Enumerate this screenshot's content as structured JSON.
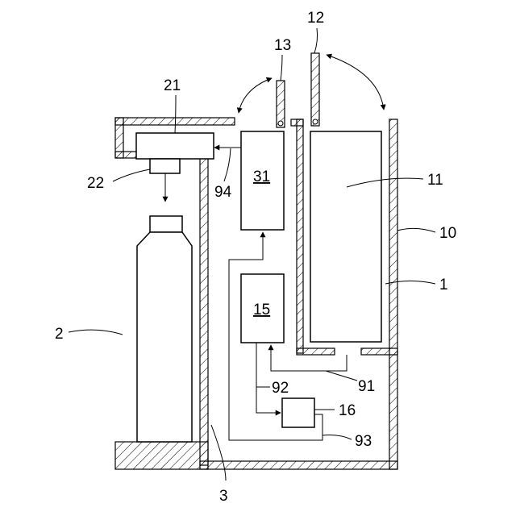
{
  "labels": {
    "l1": "1",
    "l2": "2",
    "l3": "3",
    "l10": "10",
    "l11": "11",
    "l12": "12",
    "l13": "13",
    "l15": "15",
    "l16": "16",
    "l21": "21",
    "l22": "22",
    "l31": "31",
    "l91": "91",
    "l92": "92",
    "l93": "93",
    "l94": "94"
  }
}
